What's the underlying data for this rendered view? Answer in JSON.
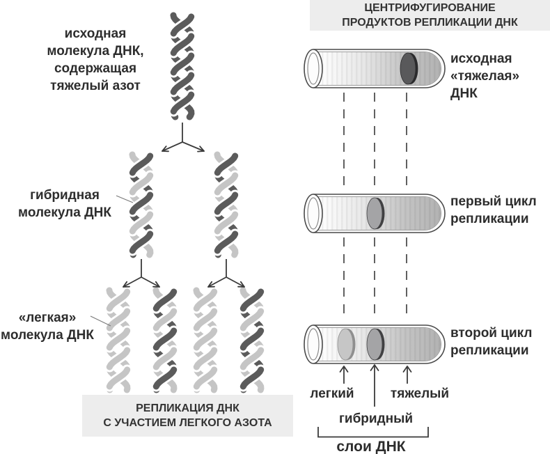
{
  "left_panel": {
    "label_original": "исходная\nмолекула ДНК,\nсодержащая\nтяжелый азот",
    "label_hybrid": "гибридная\nмолекула ДНК",
    "label_light": "«легкая»\nмолекула ДНК",
    "caption": "РЕПЛИКАЦИЯ ДНК\nС УЧАСТИЕМ ЛЕГКОГО АЗОТА"
  },
  "right_panel": {
    "header": "ЦЕНТРИФУГИРОВАНИЕ\nПРОДУКТОВ РЕПЛИКАЦИИ ДНК",
    "tube1_label": "исходная\n«тяжелая» ДНК",
    "tube2_label": "первый цикл\nрепликации",
    "tube3_label": "второй цикл\nрепликации",
    "band_labels": {
      "light": "легкий",
      "hybrid": "гибридный",
      "heavy": "тяжелый"
    },
    "layers_caption": "слои ДНК"
  },
  "colors": {
    "background": "#ffffff",
    "box_bg": "#ededed",
    "text": "#2d2d2d",
    "strand_dark": "#5b5b5b",
    "strand_light": "#c5c5c5",
    "arrow": "#3a3a3a",
    "dash": "#4f4f4f",
    "leader": "#7a7a7a",
    "tube_outline": "#4a4a4a",
    "tube_inner_wall": "#9a9a9a",
    "liquid_left": "#ffffff",
    "liquid_right": "#b2b2b2",
    "band_heavy": "#59595b",
    "band_heavy_edge": "#2b2b2d",
    "band_hybrid": "#a4a4a6",
    "band_hybrid_edge": "#414143",
    "band_light": "#c6c6c6",
    "band_light_edge": "#8f8f8f"
  }
}
